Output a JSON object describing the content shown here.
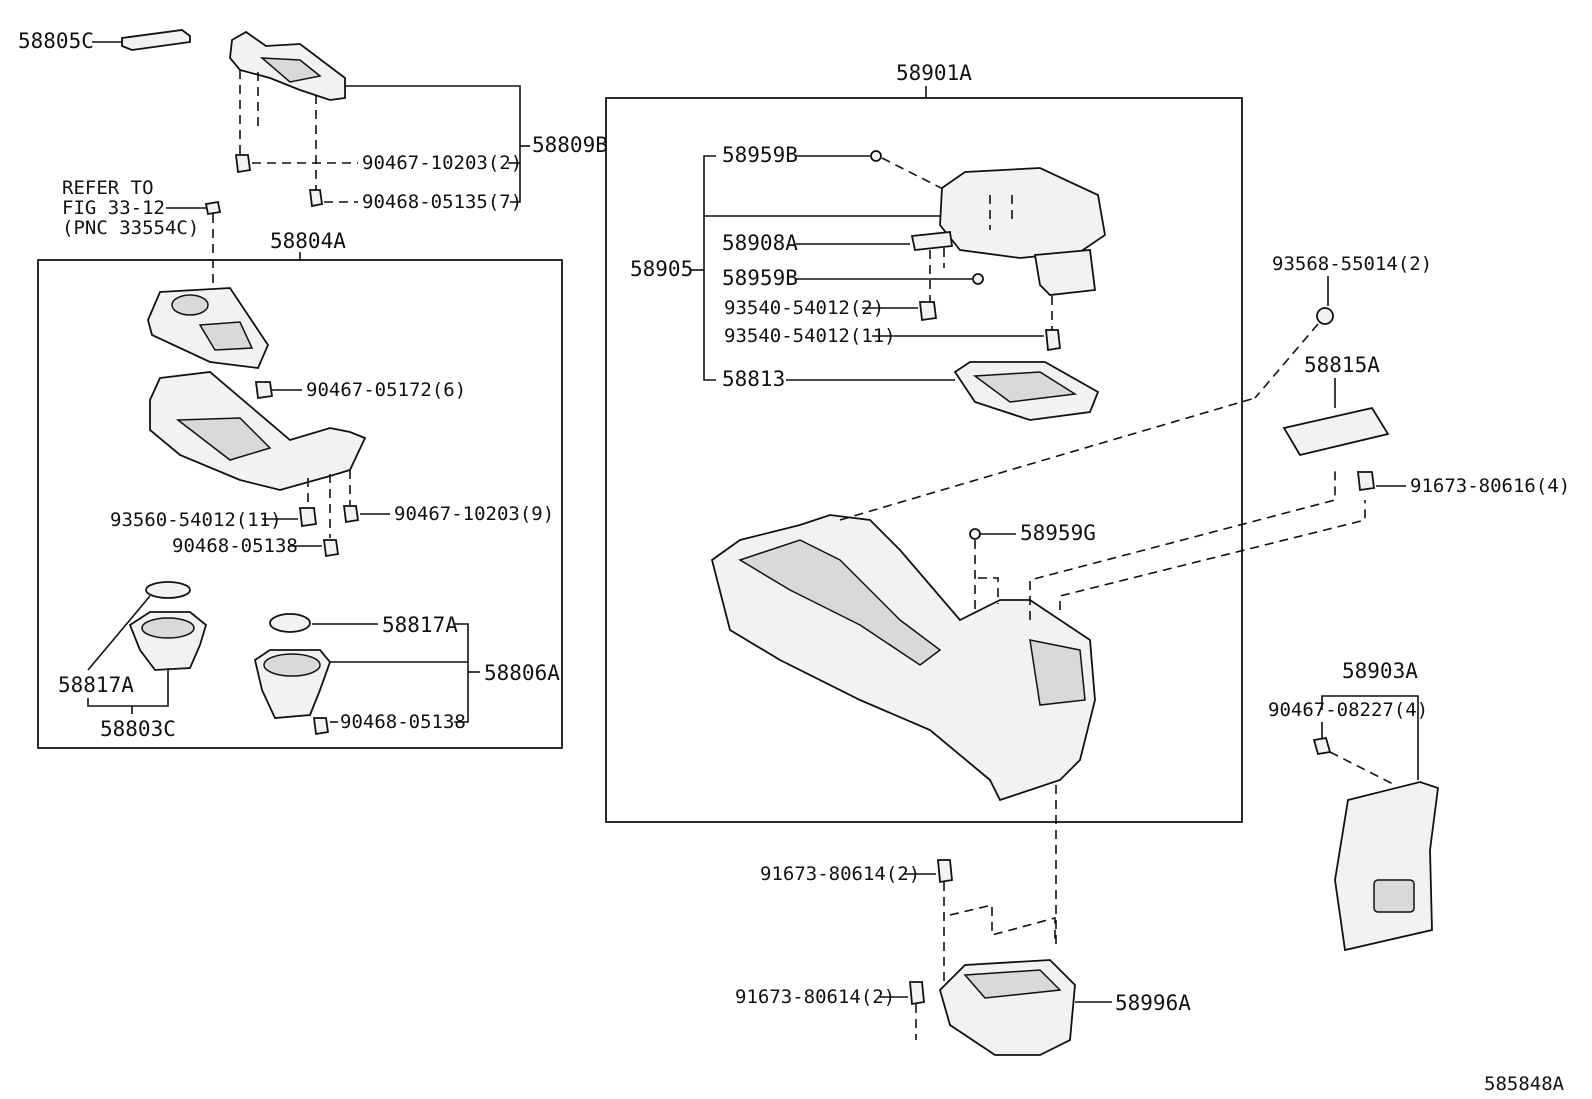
{
  "labels": {
    "p58805C": "58805C",
    "p58809B": "58809B",
    "p90467_10203_2": "90467-10203(2)",
    "p90468_05135_7": "90468-05135(7)",
    "refer1": "REFER TO",
    "refer2": "FIG 33-12",
    "refer3": "(PNC 33554C)",
    "p58804A": "58804A",
    "p90467_05172_6": "90467-05172(6)",
    "p93560_54012_11": "93560-54012(11)",
    "p90467_10203_9": "90467-10203(9)",
    "p90468_05138_a": "90468-05138",
    "p58817A_r": "58817A",
    "p58806A": "58806A",
    "p58817A_l": "58817A",
    "p58803C": "58803C",
    "p90468_05138_b": "90468-05138",
    "p58901A": "58901A",
    "p58959B_1": "58959B",
    "p58908A": "58908A",
    "p58905": "58905",
    "p58959B_2": "58959B",
    "p93540_54012_2": "93540-54012(2)",
    "p93540_54012_11": "93540-54012(11)",
    "p58813": "58813",
    "p58959G": "58959G",
    "p93568_55014_2": "93568-55014(2)",
    "p58815A": "58815A",
    "p91673_80616_4": "91673-80616(4)",
    "p58903A": "58903A",
    "p90467_08227_4": "90467-08227(4)",
    "p91673_80614_2a": "91673-80614(2)",
    "p91673_80614_2b": "91673-80614(2)",
    "p58996A": "58996A",
    "figure_id": "585848A"
  }
}
